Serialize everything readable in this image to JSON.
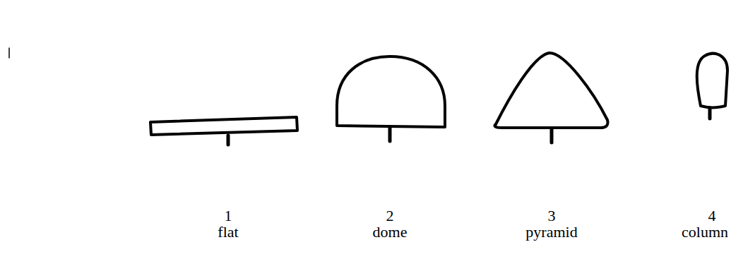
{
  "diagram": {
    "labels": [
      "1",
      "2",
      "3",
      "4",
      "flat",
      "dome",
      "pyramid",
      "column"
    ]
  }
}
